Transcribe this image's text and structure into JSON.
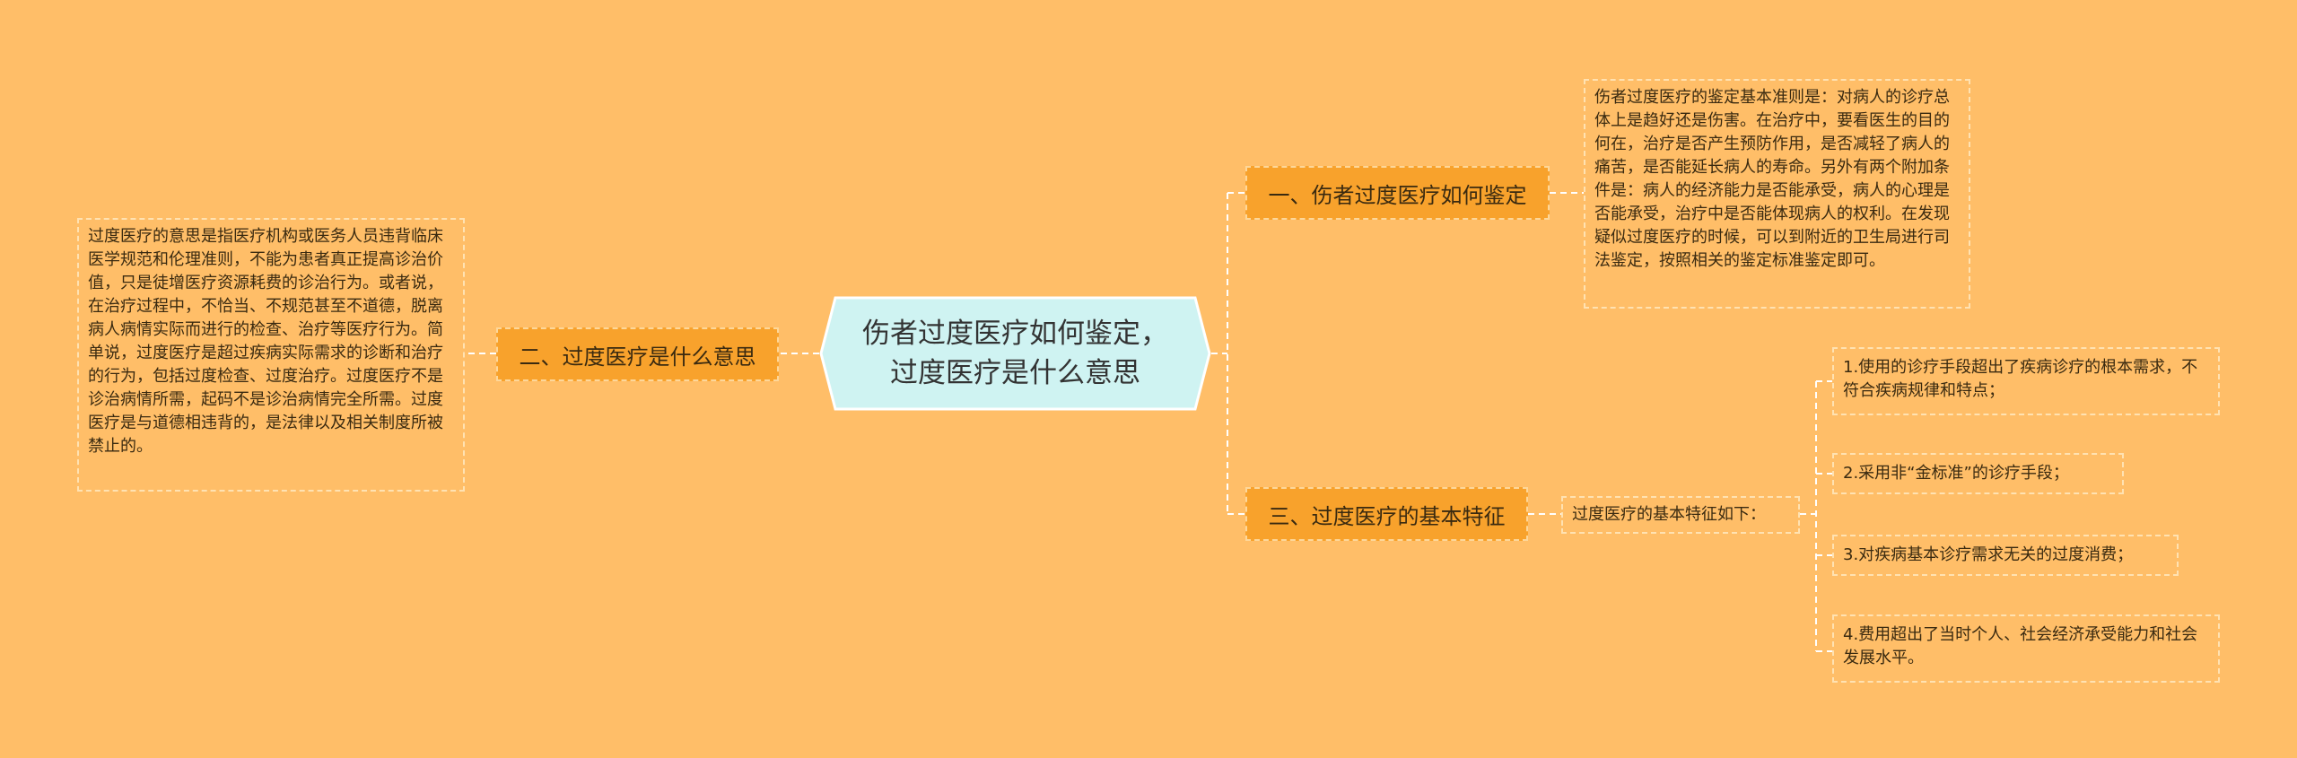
{
  "colors": {
    "background": "#FFBE68",
    "root_fill": "#CFF3F2",
    "branch_fill": "#F8A22C",
    "connector": "#FFFFFF"
  },
  "root": {
    "text": "伤者过度医疗如何鉴定，\n过度医疗是什么意思"
  },
  "branches": {
    "one": {
      "label": "一、伤者过度医疗如何鉴定",
      "note": "伤者过度医疗的鉴定基本准则是：对病人的诊疗总体上是趋好还是伤害。在治疗中，要看医生的目的何在，治疗是否产生预防作用，是否减轻了病人的痛苦，是否能延长病人的寿命。另外有两个附加条件是：病人的经济能力是否能承受，病人的心理是否能承受，治疗中是否能体现病人的权利。在发现疑似过度医疗的时候，可以到附近的卫生局进行司法鉴定，按照相关的鉴定标准鉴定即可。"
    },
    "two": {
      "label": "二、过度医疗是什么意思",
      "note": "过度医疗的意思是指医疗机构或医务人员违背临床医学规范和伦理准则，不能为患者真正提高诊治价值，只是徒增医疗资源耗费的诊治行为。或者说，在治疗过程中，不恰当、不规范甚至不道德，脱离病人病情实际而进行的检查、治疗等医疗行为。简单说，过度医疗是超过疾病实际需求的诊断和治疗的行为，包括过度检查、过度治疗。过度医疗不是诊治病情所需，起码不是诊治病情完全所需。过度医疗是与道德相违背的，是法律以及相关制度所被禁止的。"
    },
    "three": {
      "label": "三、过度医疗的基本特征",
      "intro": "过度医疗的基本特征如下：",
      "items": [
        "1.使用的诊疗手段超出了疾病诊疗的根本需求，不符合疾病规律和特点；",
        "2.采用非“金标准”的诊疗手段；",
        "3.对疾病基本诊疗需求无关的过度消费；",
        "4.费用超出了当时个人、社会经济承受能力和社会发展水平。"
      ]
    }
  }
}
